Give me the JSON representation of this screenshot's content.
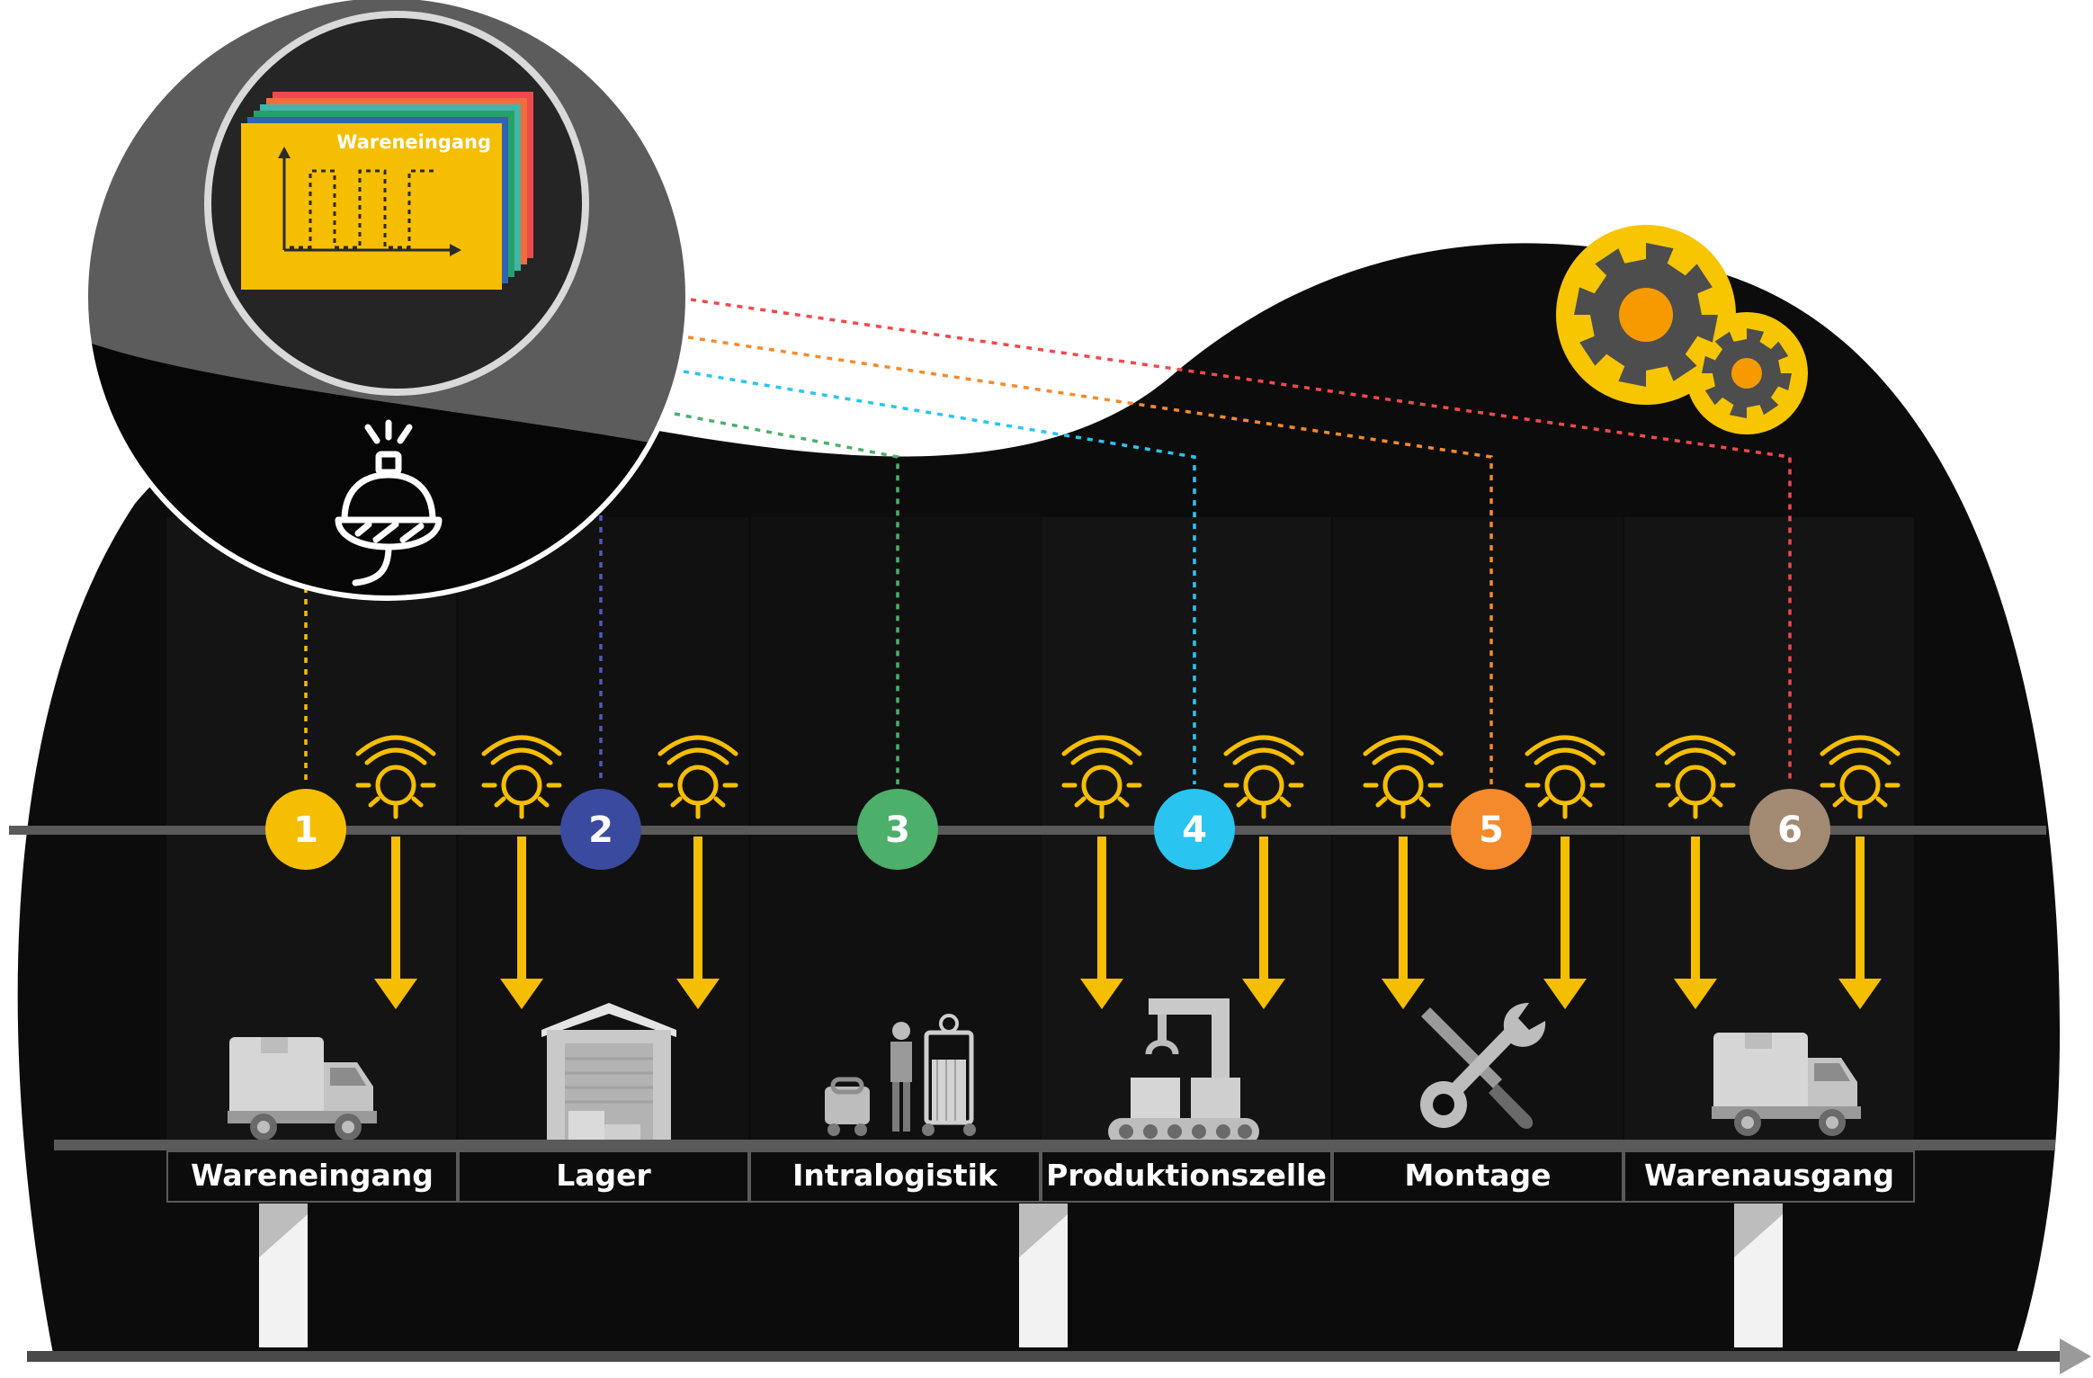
{
  "zones": [
    {
      "number": "1",
      "label": "Wareneingang",
      "badge_color": "#F6BE00",
      "line_color": "#F6BE00",
      "icon": "truck-icon"
    },
    {
      "number": "2",
      "label": "Lager",
      "badge_color": "#3A4A9F",
      "line_color": "#4D5BB5",
      "icon": "warehouse-icon"
    },
    {
      "number": "3",
      "label": "Intralogistik",
      "badge_color": "#4CAF6A",
      "line_color": "#4CAF6A",
      "icon": "worker-trolley-icon"
    },
    {
      "number": "4",
      "label": "Produktionszelle",
      "badge_color": "#29C5F0",
      "line_color": "#29C5F0",
      "icon": "robot-arm-conveyor-icon"
    },
    {
      "number": "5",
      "label": "Montage",
      "badge_color": "#F58A2C",
      "line_color": "#F58A2C",
      "icon": "wrench-screwdriver-icon"
    },
    {
      "number": "6",
      "label": "Warenausgang",
      "badge_color": "#A38A72",
      "line_color": "#EF4A4A",
      "icon": "truck-icon"
    }
  ],
  "dashboard": {
    "title": "Wareneingang",
    "card_colors": [
      "#F6BE00",
      "#2F63B5",
      "#27A06B",
      "#3FB6A8",
      "#F26D3D",
      "#EF4A4A"
    ],
    "icon": "chart-card-icon"
  },
  "hub_icon": "iot-gateway-icon",
  "gears_icon": "gears-icon",
  "sensor_icon": "sensor-light-icon",
  "colors": {
    "background": "#0c0c0c",
    "accent_yellow": "#F6BE00",
    "rail": "#5a5a5a",
    "magnifier_ring": "#d9d9d9"
  }
}
